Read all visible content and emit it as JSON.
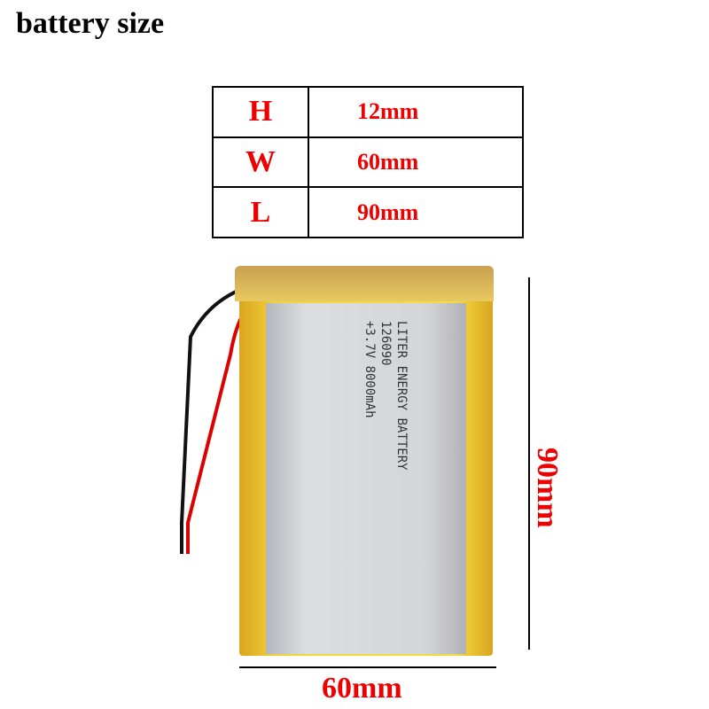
{
  "title": "battery size",
  "table": [
    {
      "label": "H",
      "value": "12mm"
    },
    {
      "label": "W",
      "value": "60mm"
    },
    {
      "label": "L",
      "value": "90mm"
    }
  ],
  "battery_label": {
    "line1": "LITER ENERGY BATTERY",
    "line2": "126090",
    "line3": "+3.7V 8000mAh"
  },
  "dimensions": {
    "height": "90mm",
    "width": "60mm"
  }
}
